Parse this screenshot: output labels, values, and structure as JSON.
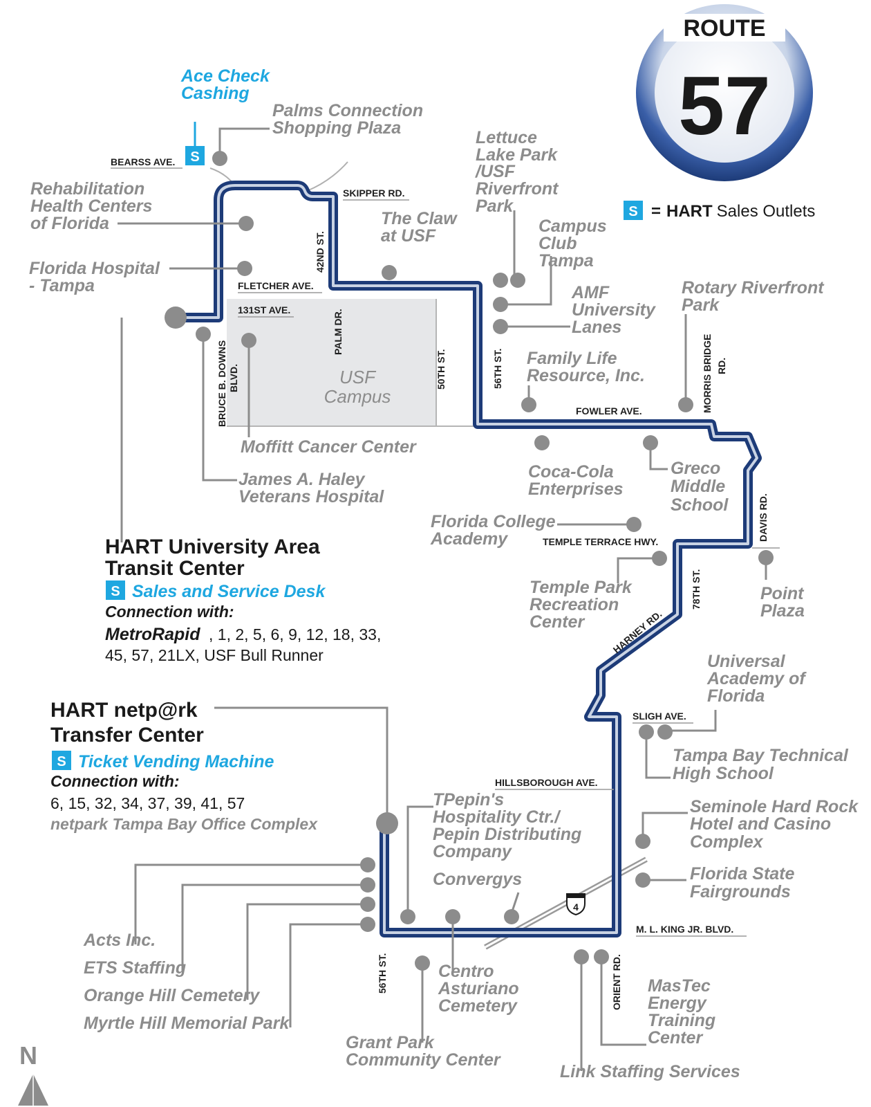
{
  "route": {
    "word": "ROUTE",
    "number": "57",
    "colors": {
      "route_line": "#1d3b78",
      "route_inner": "#c9d3e4",
      "accent": "#1ea7e0",
      "label_grey": "#8c8c8c"
    }
  },
  "legend": {
    "badge": "S",
    "bold": "HART",
    "text": " Sales Outlets"
  },
  "streets": {
    "bearss": "BEARSS AVE.",
    "skipper": "SKIPPER RD.",
    "st42": "42ND ST.",
    "fletcher": "FLETCHER AVE.",
    "ave131": "131ST AVE.",
    "palm": "PALM DR.",
    "st50": "50TH ST.",
    "st56n": "56TH ST.",
    "bruce1": "BRUCE B. DOWNS",
    "bruce2": "BLVD.",
    "fowler": "FOWLER AVE.",
    "morris1": "MORRIS BRIDGE",
    "morris2": "RD.",
    "davis": "DAVIS RD.",
    "temple_hwy": "TEMPLE TERRACE HWY.",
    "st78": "78TH ST.",
    "harney": "HARNEY RD.",
    "sligh": "SLIGH AVE.",
    "hillsborough": "HILLSBOROUGH AVE.",
    "mlk": "M. L. KING JR. BLVD.",
    "orient": "ORIENT RD.",
    "st56s": "56TH ST.",
    "i4": "4"
  },
  "campus": {
    "line1": "USF",
    "line2": "Campus"
  },
  "places": {
    "ace": {
      "l1": "Ace Check",
      "l2": "Cashing"
    },
    "palms": {
      "l1": "Palms Connection",
      "l2": "Shopping Plaza"
    },
    "lettuce": {
      "l1": "Lettuce",
      "l2": "Lake Park",
      "l3": "/USF",
      "l4": "Riverfront",
      "l5": "Park"
    },
    "rehab": {
      "l1": "Rehabilitation",
      "l2": "Health Centers",
      "l3": "of Florida"
    },
    "claw": {
      "l1": "The Claw",
      "l2": "at USF"
    },
    "campus_club": {
      "l1": "Campus",
      "l2": "Club",
      "l3": "Tampa"
    },
    "florida_hospital": {
      "l1": "Florida Hospital",
      "l2": "- Tampa"
    },
    "amf": {
      "l1": "AMF",
      "l2": "University",
      "l3": "Lanes"
    },
    "rotary": {
      "l1": "Rotary Riverfront",
      "l2": "Park"
    },
    "family": {
      "l1": "Family Life",
      "l2": "Resource, Inc."
    },
    "moffitt": {
      "l1": "Moffitt Cancer Center"
    },
    "haley": {
      "l1": "James A. Haley",
      "l2": "Veterans Hospital"
    },
    "cocacola": {
      "l1": "Coca-Cola",
      "l2": "Enterprises"
    },
    "greco": {
      "l1": "Greco",
      "l2": "Middle",
      "l3": "School"
    },
    "fca": {
      "l1": "Florida College",
      "l2": "Academy"
    },
    "temple_park": {
      "l1": "Temple Park",
      "l2": "Recreation",
      "l3": "Center"
    },
    "point": {
      "l1": "Point",
      "l2": "Plaza"
    },
    "universal": {
      "l1": "Universal",
      "l2": "Academy of",
      "l3": "Florida"
    },
    "tampa_bay_tech": {
      "l1": "Tampa Bay Technical",
      "l2": "High School"
    },
    "seminole": {
      "l1": "Seminole Hard Rock",
      "l2": "Hotel and Casino",
      "l3": "Complex"
    },
    "fair": {
      "l1": "Florida State",
      "l2": "Fairgrounds"
    },
    "pepin": {
      "l1": "TPepin's",
      "l2": "Hospitality Ctr./",
      "l3": "Pepin Distributing",
      "l4": "Company"
    },
    "convergys": {
      "l1": "Convergys"
    },
    "acts": {
      "l1": "Acts Inc."
    },
    "ets": {
      "l1": "ETS Staffing"
    },
    "orange": {
      "l1": "Orange Hill Cemetery"
    },
    "myrtle": {
      "l1": "Myrtle Hill Memorial Park"
    },
    "centro": {
      "l1": "Centro",
      "l2": "Asturiano",
      "l3": "Cemetery"
    },
    "grant": {
      "l1": "Grant Park",
      "l2": "Community Center"
    },
    "mastec": {
      "l1": "MasTec",
      "l2": "Energy",
      "l3": "Training",
      "l4": "Center"
    },
    "link": {
      "l1": "Link Staffing Services"
    }
  },
  "uatc": {
    "title1": "HART University Area",
    "title2": "Transit Center",
    "badge": "S",
    "desk": "Sales and Service Desk",
    "conn": "Connection with:",
    "metro": "MetroRapid",
    "routes1": ", 1, 2, 5, 6, 9, 12, 18, 33,",
    "routes2": "45, 57, 21LX, USF Bull Runner"
  },
  "netpark": {
    "title1": "HART netp@rk",
    "title2": "Transfer Center",
    "badge": "S",
    "machine": "Ticket Vending Machine",
    "conn": "Connection with:",
    "routes": "6, 15, 32, 34, 37, 39, 41, 57",
    "complex": "netpark Tampa Bay Office Complex"
  },
  "north": {
    "label": "N"
  }
}
